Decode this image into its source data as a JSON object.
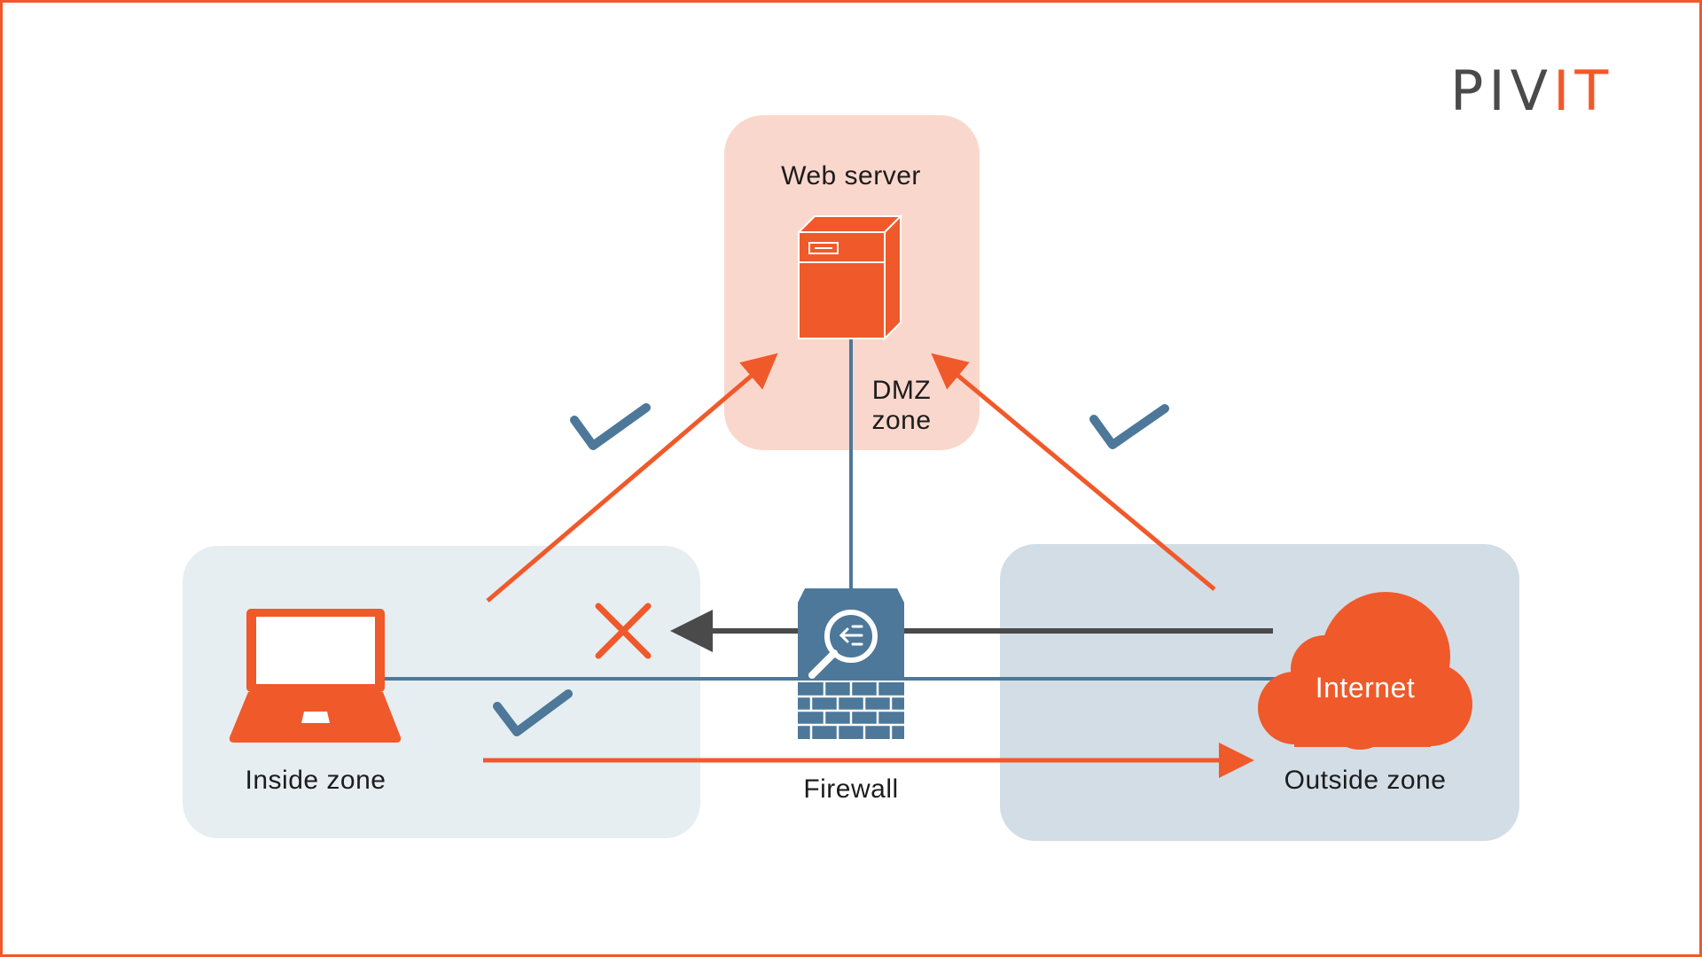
{
  "logo": {
    "text": "PIVIT",
    "part1": "PIV",
    "part2": "IT"
  },
  "zones": {
    "dmz": {
      "device_label": "Web server",
      "zone_label_line1": "DMZ",
      "zone_label_line2": "zone"
    },
    "inside": {
      "zone_label": "Inside zone"
    },
    "outside": {
      "zone_label": "Outside zone",
      "cloud_label": "Internet"
    },
    "firewall": {
      "label": "Firewall"
    }
  },
  "icons": {
    "server": "server-icon",
    "laptop": "laptop-icon",
    "cloud": "cloud-icon",
    "firewall": "firewall-icon",
    "allowed": "checkmark-icon",
    "denied": "cross-icon"
  },
  "colors": {
    "accent": "#f0592a",
    "link": "#4d7899",
    "dmz_bg": "#fad7cc",
    "inside_bg": "#e6eef2",
    "outside_bg": "#d3dde6",
    "blocked_arrow": "#4a4a4a"
  },
  "flows": [
    {
      "from": "Inside zone",
      "to": "Web server",
      "allowed": true
    },
    {
      "from": "Outside zone",
      "to": "Web server",
      "allowed": true
    },
    {
      "from": "Inside zone",
      "to": "Outside zone",
      "allowed": true
    },
    {
      "from": "Outside zone",
      "to": "Inside zone",
      "allowed": false
    }
  ]
}
